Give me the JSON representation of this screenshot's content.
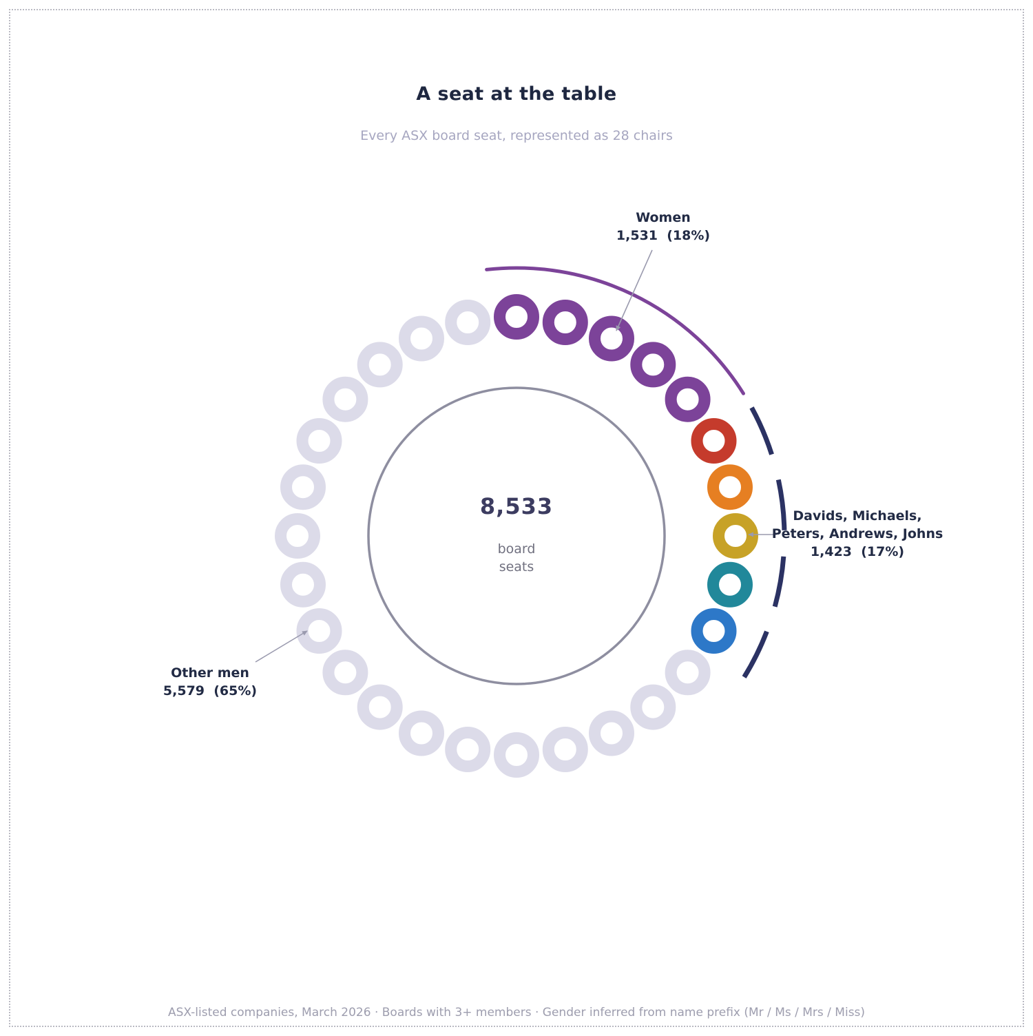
{
  "chart_data": {
    "type": "pie",
    "variant": "chair-ring-waffle",
    "title": "A seat at the table",
    "subtitle": "Every ASX board seat, represented as 28 chairs",
    "units": "board seats",
    "total": 8533,
    "center_label": "8,533",
    "center_caption_line1": "board",
    "center_caption_line2": "seats",
    "chairs_total": 28,
    "segments": [
      {
        "label": "Women",
        "value": 1531,
        "value_label": "1,531",
        "percent": 18,
        "stat": "1,531  (18%)",
        "chairs": 5,
        "color": "#7c4399",
        "arc_color": "#7c4399",
        "arc_style": "solid"
      },
      {
        "label": "Davids, Michaels, Peters, Andrews, Johns",
        "label_line1": "Davids, Michaels,",
        "label_line2": "Peters, Andrews, Johns",
        "value": 1423,
        "value_label": "1,423",
        "percent": 17,
        "stat": "1,423  (17%)",
        "chairs": 5,
        "chair_colors": [
          "#c53b2c",
          "#e67f22",
          "#c7a227",
          "#21889a",
          "#2d78c8"
        ],
        "arc_color": "#2b3263",
        "arc_style": "dashed"
      },
      {
        "label": "Other men",
        "value": 5579,
        "value_label": "5,579",
        "percent": 65,
        "stat": "5,579  (65%)",
        "chairs": 18,
        "color": "#dcdbe9",
        "arc_style": "none"
      }
    ],
    "legend_position": "annotations",
    "grid": false,
    "table_circle_color": "#8e8ea0",
    "leader_line_color": "#9a9aae",
    "footnote": "ASX-listed companies, March 2026 · Boards with 3+ members · Gender inferred from name prefix (Mr / Ms / Mrs / Miss)"
  }
}
